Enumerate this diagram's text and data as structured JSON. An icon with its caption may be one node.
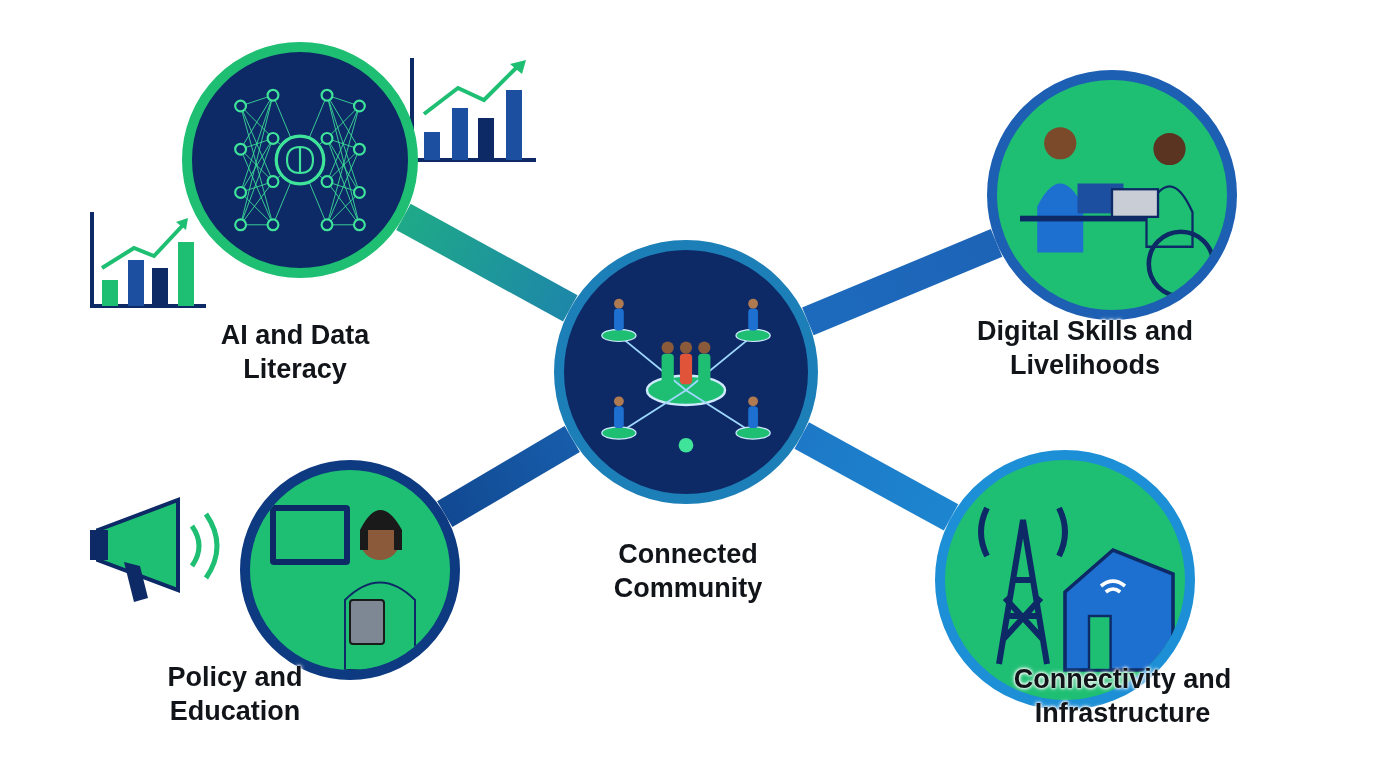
{
  "diagram": {
    "nodes": [
      {
        "text": [
          "AI and Data Literacy"
        ]
      },
      {
        "text": [
          "Digital Skills and Livelihoods"
        ]
      },
      {
        "text": [
          "Connected Community"
        ]
      },
      {
        "text": [
          "Policy and Education"
        ]
      },
      {
        "text": [
          "Connectivity and Infrastructure"
        ]
      }
    ],
    "edges": [
      {
        "from": 2,
        "to": 0,
        "arrow": "none",
        "style": "thick"
      },
      {
        "from": 2,
        "to": 1,
        "arrow": "none",
        "style": "thick"
      },
      {
        "from": 2,
        "to": 3,
        "arrow": "none",
        "style": "thick"
      },
      {
        "from": 2,
        "to": 4,
        "arrow": "none",
        "style": "thick"
      }
    ]
  }
}
